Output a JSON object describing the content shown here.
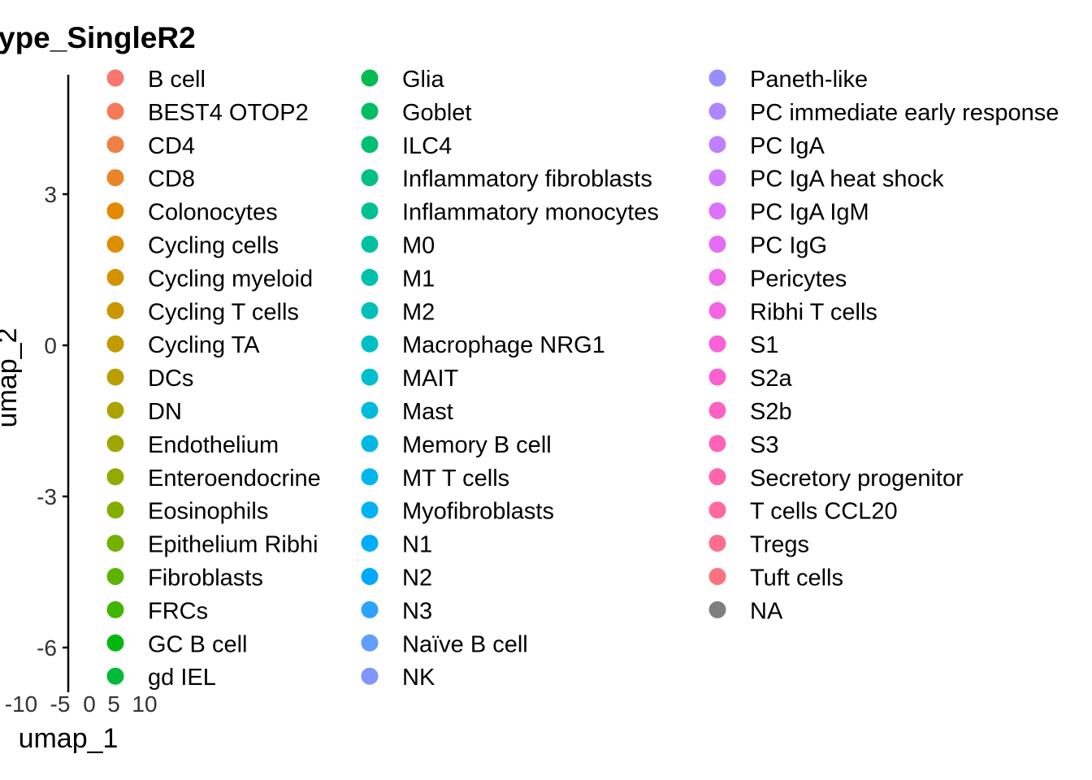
{
  "chart_data": {
    "type": "scatter",
    "title": "ype_SingleR2",
    "xlabel": "umap_1",
    "ylabel": "umap_2",
    "y_ticks": [
      "3",
      "0",
      "-3",
      "-6"
    ],
    "y_tick_values": [
      3,
      0,
      -3,
      -6
    ],
    "ylim": [
      -6.8,
      5.4
    ],
    "x_ticks": [
      "-10",
      "-5",
      "0",
      "5",
      "10"
    ],
    "legend_placement": "right",
    "palette": {
      "type": "ggplot-hue",
      "hue_start": 15,
      "hue_end": 375,
      "chroma": 100,
      "luminance": 65,
      "na_color": "#7F7F7F"
    },
    "legend": [
      [
        "B cell",
        "BEST4 OTOP2",
        "CD4",
        "CD8",
        "Colonocytes",
        "Cycling cells",
        "Cycling myeloid",
        "Cycling T cells",
        "Cycling TA",
        "DCs",
        "DN",
        "Endothelium",
        "Enteroendocrine",
        "Eosinophils",
        "Epithelium Ribhi",
        "Fibroblasts",
        "FRCs",
        "GC B cell",
        "gd IEL"
      ],
      [
        "Glia",
        "Goblet",
        "ILC4",
        "Inflammatory fibroblasts",
        "Inflammatory monocytes",
        "M0",
        "M1",
        "M2",
        "Macrophage NRG1",
        "MAIT",
        "Mast",
        "Memory B cell",
        "MT T cells",
        "Myofibroblasts",
        "N1",
        "N2",
        "N3",
        "Naïve B cell",
        "NK"
      ],
      [
        "Paneth-like",
        "PC  immediate early response",
        "PC IgA",
        "PC IgA heat shock",
        "PC IgA IgM",
        "PC IgG",
        "Pericytes",
        "Ribhi T cells",
        "S1",
        "S2a",
        "S2b",
        "S3",
        "Secretory progenitor",
        "T cells CCL20",
        "Tregs",
        "Tuft cells",
        "NA"
      ]
    ],
    "points": []
  }
}
